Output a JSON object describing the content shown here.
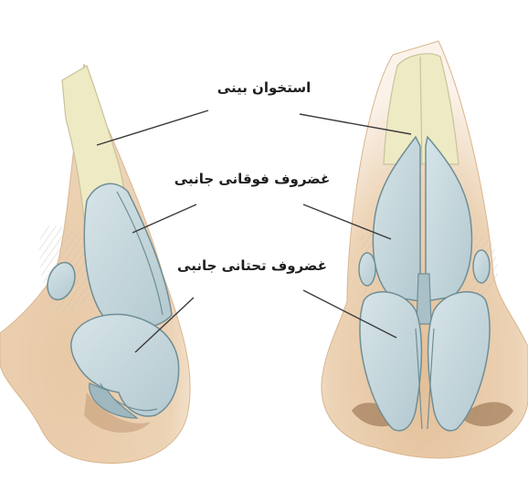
{
  "labels": {
    "nasal_bone": "استخوان بینی",
    "upper_lateral_cartilage": "غضروف فوقانی جانبی",
    "lower_lateral_cartilage": "غضروف تحتانی جانبی"
  },
  "colors": {
    "skin": "#e8c9a6",
    "skin_shadow": "#d9b58e",
    "bone": "#eeeac4",
    "cartilage": "#c6d7dc",
    "cartilage_outline": "#6f8e96",
    "leader_line": "#3b3b3b",
    "background": "#ffffff"
  }
}
